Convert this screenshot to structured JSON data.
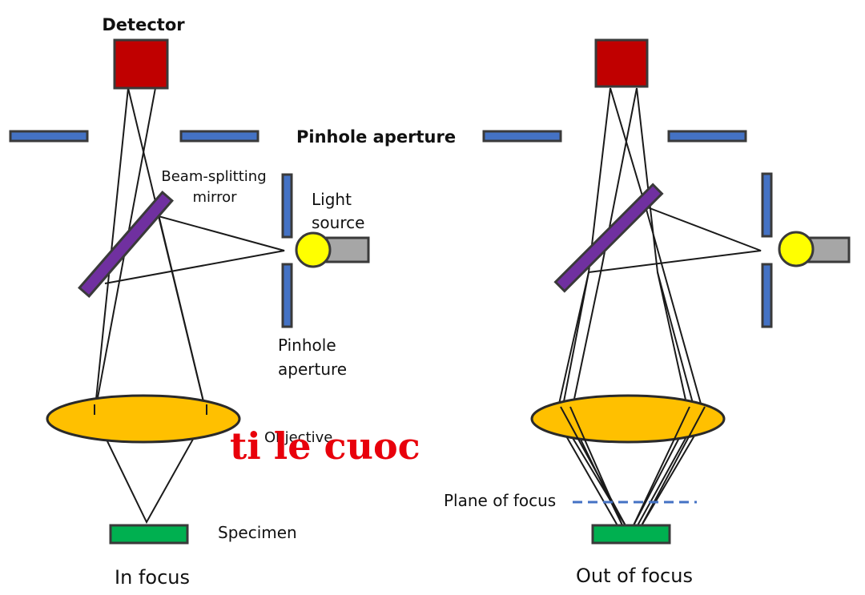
{
  "labels": {
    "detector": "Detector",
    "pinhole_aperture_top": "Pinhole aperture",
    "beam_splitting_mirror_line1": "Beam-splitting",
    "beam_splitting_mirror_line2": "mirror",
    "light_source_line1": "Light",
    "light_source_line2": "source",
    "pinhole_aperture_side_line1": "Pinhole",
    "pinhole_aperture_side_line2": "aperture",
    "objective_partial": "Objective",
    "specimen": "Specimen",
    "plane_of_focus": "Plane of focus",
    "in_focus": "In focus",
    "out_of_focus": "Out of focus"
  },
  "watermark": "ti le cuoc",
  "colors": {
    "detector": "#c00000",
    "aperture": "#4472c4",
    "mirror": "#7030a0",
    "lens": "#ffc000",
    "light_bulb": "#ffff00",
    "light_housing": "#a6a6a6",
    "specimen": "#00b050",
    "plane_of_focus_line": "#4472c4",
    "watermark": "#e8000b"
  }
}
